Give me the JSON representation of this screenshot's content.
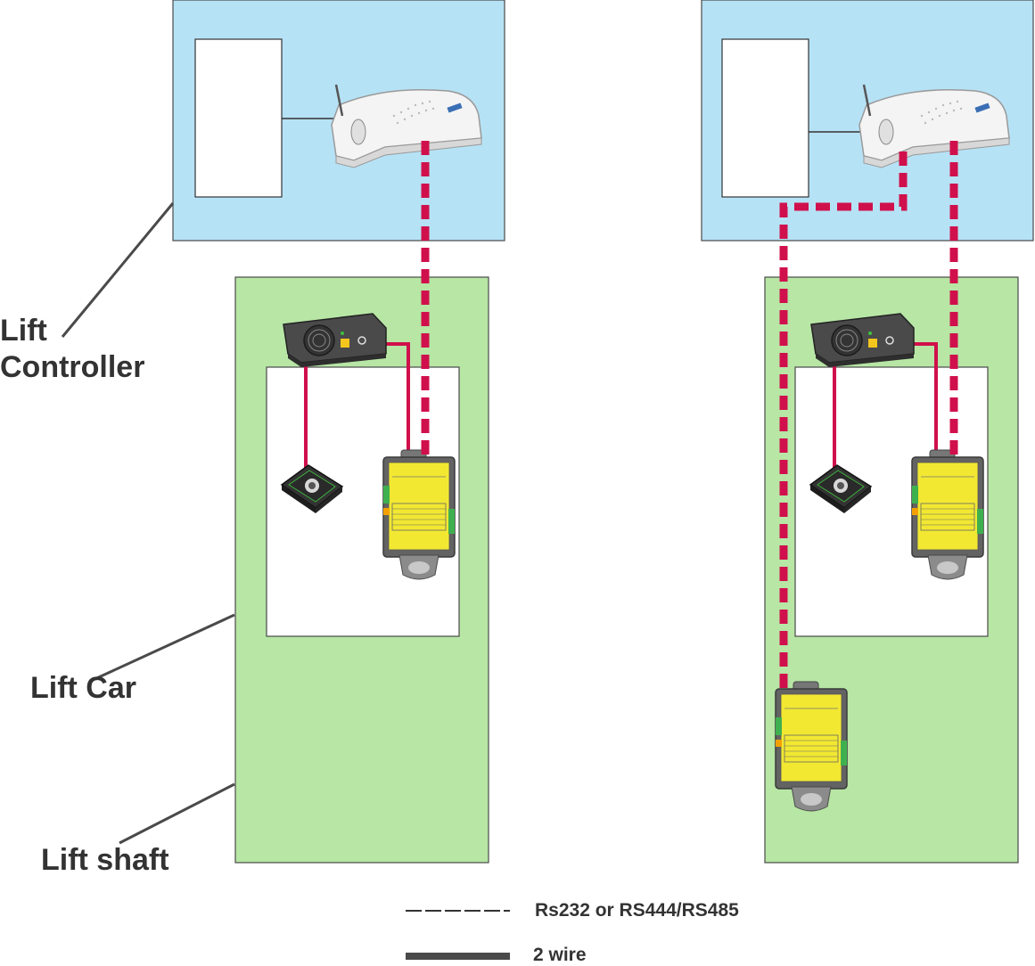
{
  "labels": {
    "lift_controller_1": "Lift",
    "lift_controller_2": "Controller",
    "lift_car": "Lift Car",
    "lift_shaft": "Lift shaft"
  },
  "legend": {
    "dashed_label": "Rs232 or RS444/RS485",
    "solid_label": "2 wire"
  },
  "colors": {
    "controller_fill": "#b6e2f5",
    "shaft_fill": "#b7e6a5",
    "wire_red": "#d0104c",
    "module_yellow": "#f2e832",
    "text": "#333333"
  }
}
